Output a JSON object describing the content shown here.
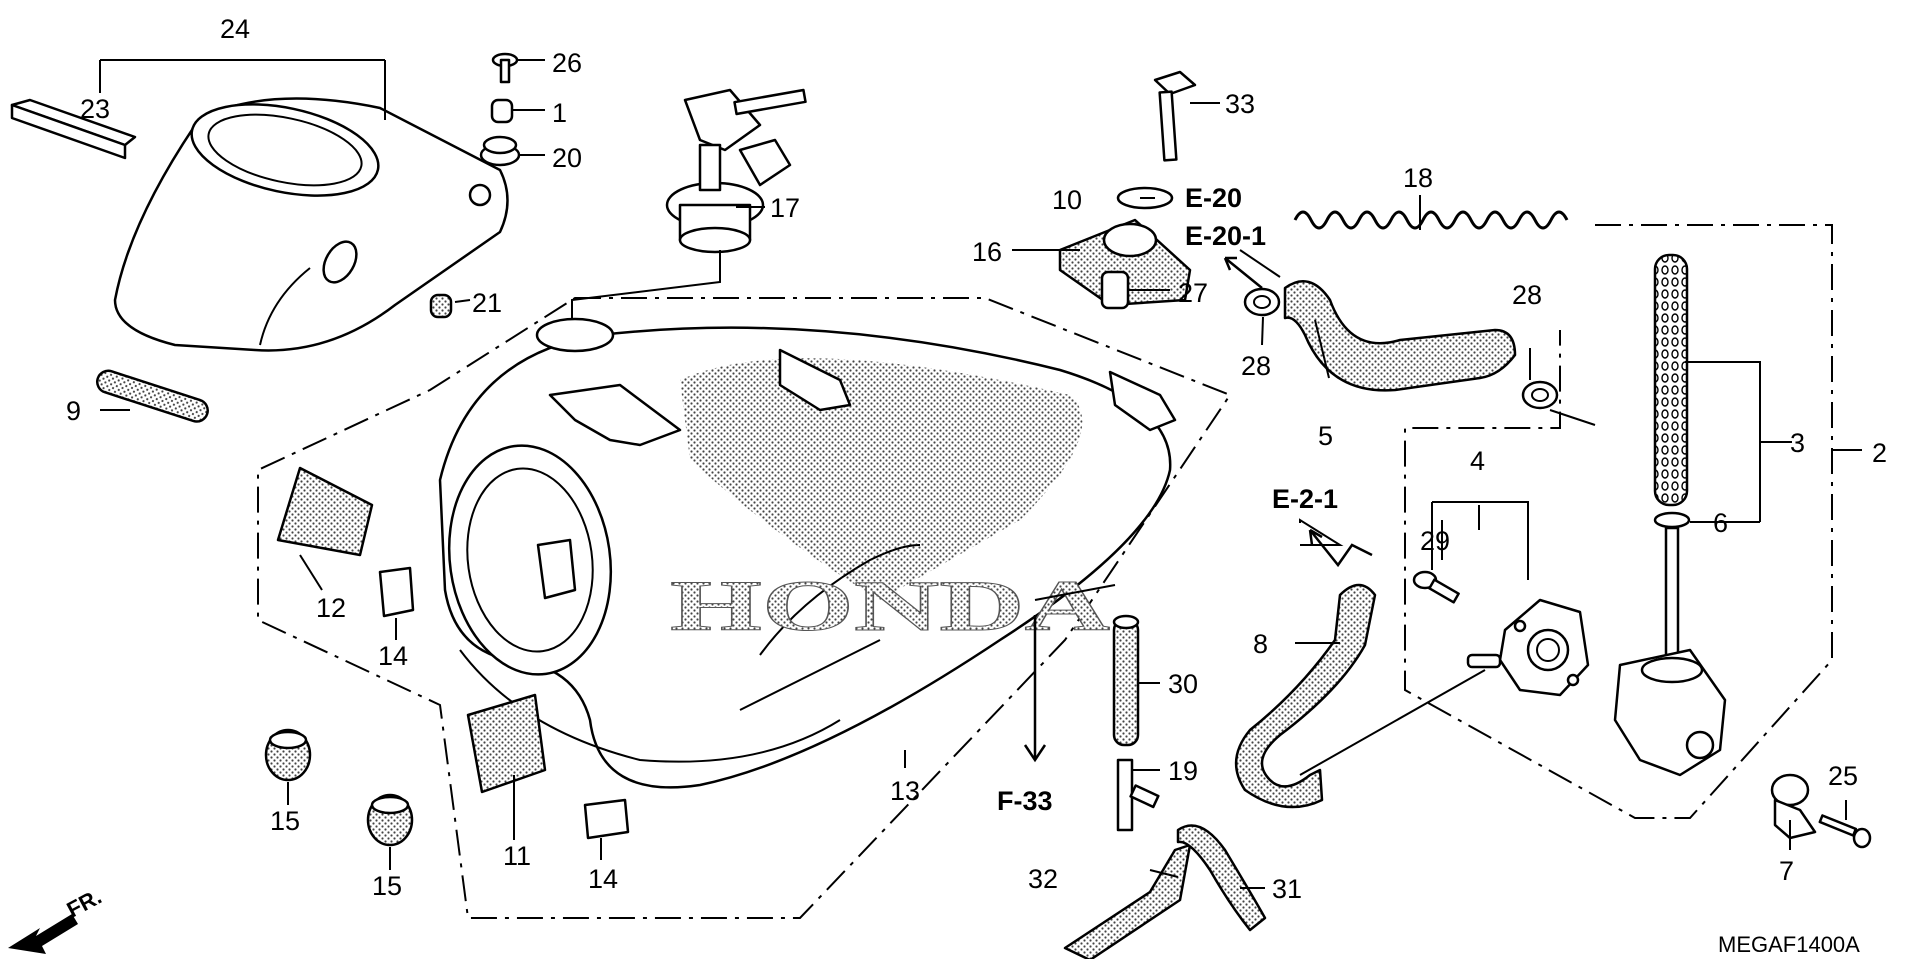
{
  "callouts": {
    "c1": "1",
    "c2": "2",
    "c3": "3",
    "c4": "4",
    "c5": "5",
    "c6": "6",
    "c7": "7",
    "c8": "8",
    "c9": "9",
    "c10": "10",
    "c11": "11",
    "c12": "12",
    "c13": "13",
    "c14a": "14",
    "c14b": "14",
    "c15a": "15",
    "c15b": "15",
    "c16": "16",
    "c17": "17",
    "c18": "18",
    "c19": "19",
    "c20": "20",
    "c21": "21",
    "c23": "23",
    "c24": "24",
    "c25": "25",
    "c26": "26",
    "c27": "27",
    "c28a": "28",
    "c28b": "28",
    "c29": "29",
    "c30": "30",
    "c31": "31",
    "c32": "32",
    "c33": "33"
  },
  "references": {
    "e20": "E-20",
    "e201": "E-20-1",
    "e21": "E-2-1",
    "f33": "F-33"
  },
  "tank_brand": "HONDA",
  "front_indicator": "FR.",
  "diagram_code": "MEGAF1400A",
  "colors": {
    "line": "#000000",
    "background": "#ffffff",
    "stipple": "#555555"
  }
}
